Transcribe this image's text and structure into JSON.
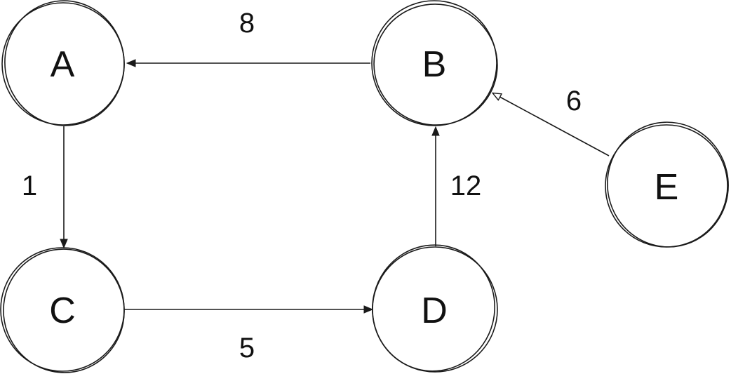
{
  "nodes": {
    "a": {
      "label": "A"
    },
    "b": {
      "label": "B"
    },
    "c": {
      "label": "C"
    },
    "d": {
      "label": "D"
    },
    "e": {
      "label": "E"
    }
  },
  "edges": {
    "b_to_a": {
      "from": "B",
      "to": "A",
      "weight": "8"
    },
    "a_to_c": {
      "from": "A",
      "to": "C",
      "weight": "1"
    },
    "c_to_d": {
      "from": "C",
      "to": "D",
      "weight": "5"
    },
    "d_to_b": {
      "from": "D",
      "to": "B",
      "weight": "12"
    },
    "e_to_b": {
      "from": "E",
      "to": "B",
      "weight": "6"
    }
  }
}
